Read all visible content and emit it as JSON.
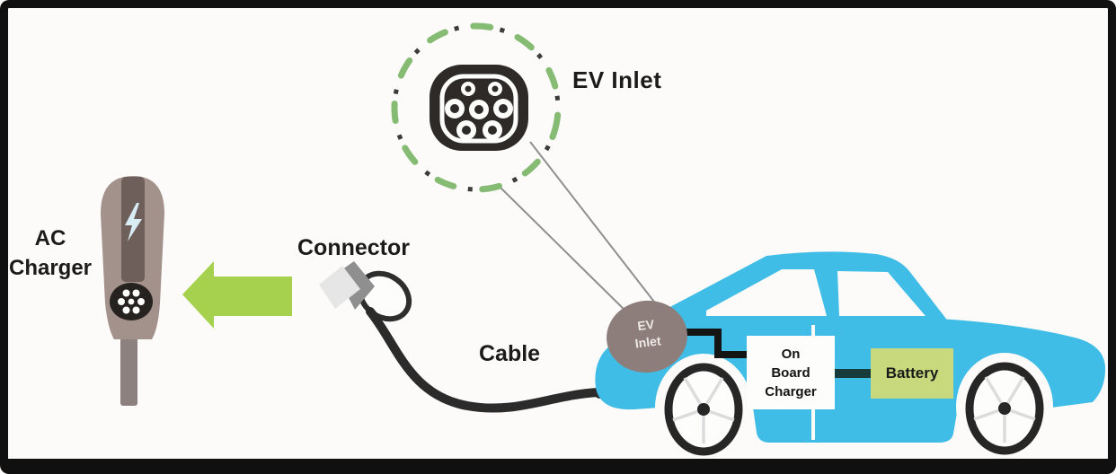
{
  "diagram": {
    "labels": {
      "ev_inlet_callout": "EV Inlet",
      "ac_charger_line1": "AC",
      "ac_charger_line2": "Charger",
      "connector": "Connector",
      "cable": "Cable",
      "ev_oval_line1": "EV",
      "ev_oval_line2": "Inlet",
      "on_board_line1": "On",
      "on_board_line2": "Board",
      "on_board_line3": "Charger",
      "battery": "Battery"
    },
    "icons": {
      "lightning_bolt": "lightning-bolt-icon",
      "ev_inlet_connector_face": "type2-connector-face-icon"
    },
    "colors": {
      "car_body": "#3fbde6",
      "battery_box": "#c8d87d",
      "arrow_green": "#a6d14f",
      "dash_circle_green": "#85bb72",
      "ev_inlet_oval": "#8d7e7b",
      "charger_body": "#a3918c",
      "charger_stripe": "#6e5f5b",
      "connector_black": "#2d2a28",
      "frame_black": "#101010"
    }
  }
}
